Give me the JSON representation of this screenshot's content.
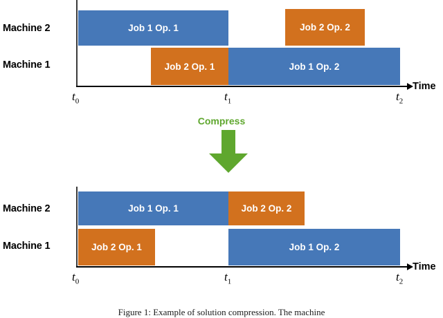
{
  "figure": {
    "caption": "Figure 1: Example of solution compression. The machine",
    "colors": {
      "job1": "#4678b8",
      "job2": "#d2711e",
      "arrow": "#5fa72e",
      "axis": "#000000"
    }
  },
  "compress": {
    "label": "Compress",
    "arrow_icon": "down-arrow-icon"
  },
  "chart_data": {
    "type": "bar",
    "title": "Example of solution compression",
    "xlabel": "Time",
    "ylabel": "",
    "x_ticks": [
      "t0",
      "t1",
      "t2"
    ],
    "x_tick_display": [
      "t",
      "t",
      "t"
    ],
    "x_tick_subscripts": [
      "0",
      "1",
      "2"
    ],
    "categories": [
      "Machine 2",
      "Machine 1"
    ],
    "charts": [
      {
        "name": "before-compression",
        "rows": [
          {
            "machine": "Machine 2",
            "bars": [
              {
                "label": "Job 1 Op. 1",
                "job": "job1",
                "color": "#4678b8",
                "start": "t0",
                "end": "t1"
              }
            ]
          },
          {
            "machine": "Machine 1",
            "bars": [
              {
                "label": "Job 2 Op. 1",
                "job": "job2",
                "color": "#d2711e",
                "start": "",
                "end": "t1"
              },
              {
                "label": "Job 1 Op. 2",
                "job": "job1",
                "color": "#4678b8",
                "start": "t1",
                "end": "t2"
              }
            ]
          }
        ],
        "extra_bars": [
          {
            "label": "Job 2 Op. 2",
            "job": "job2",
            "color": "#d2711e",
            "machine": "Machine 2"
          }
        ]
      },
      {
        "name": "after-compression",
        "rows": [
          {
            "machine": "Machine 2",
            "bars": [
              {
                "label": "Job 1 Op. 1",
                "job": "job1",
                "color": "#4678b8",
                "start": "t0",
                "end": "t1"
              },
              {
                "label": "Job 2 Op. 2",
                "job": "job2",
                "color": "#d2711e",
                "start": "t1",
                "end": ""
              }
            ]
          },
          {
            "machine": "Machine 1",
            "bars": [
              {
                "label": "Job 2 Op. 1",
                "job": "job2",
                "color": "#d2711e",
                "start": "t0",
                "end": ""
              },
              {
                "label": "Job 1 Op. 2",
                "job": "job1",
                "color": "#4678b8",
                "start": "t1",
                "end": "t2"
              }
            ]
          }
        ]
      }
    ]
  },
  "top_chart": {
    "axis_label": "Time",
    "machine2_label": "Machine 2",
    "machine1_label": "Machine 1",
    "bar_m2_job1op1": "Job 1 Op. 1",
    "bar_m2_job2op2": "Job 2 Op. 2",
    "bar_m1_job2op1": "Job 2 Op. 1",
    "bar_m1_job1op2": "Job 1 Op. 2",
    "tick_t0_base": "t",
    "tick_t0_sub": "0",
    "tick_t1_base": "t",
    "tick_t1_sub": "1",
    "tick_t2_base": "t",
    "tick_t2_sub": "2"
  },
  "bottom_chart": {
    "axis_label": "Time",
    "machine2_label": "Machine 2",
    "machine1_label": "Machine 1",
    "bar_m2_job1op1": "Job 1 Op. 1",
    "bar_m2_job2op2": "Job 2 Op. 2",
    "bar_m1_job2op1": "Job 2 Op. 1",
    "bar_m1_job1op2": "Job 1 Op. 2",
    "tick_t0_base": "t",
    "tick_t0_sub": "0",
    "tick_t1_base": "t",
    "tick_t1_sub": "1",
    "tick_t2_base": "t",
    "tick_t2_sub": "2"
  }
}
